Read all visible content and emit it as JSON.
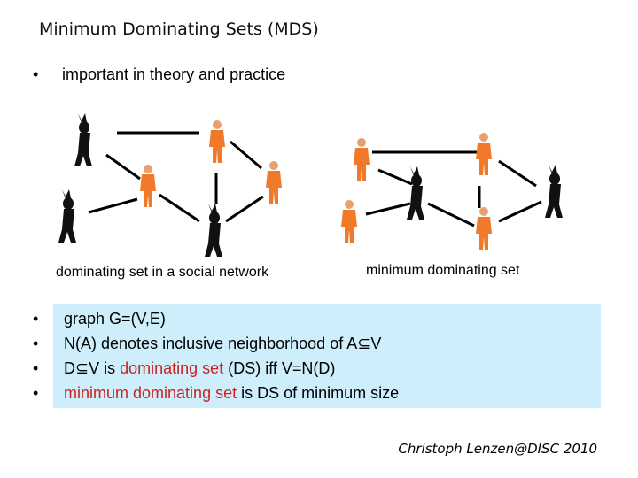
{
  "title": "Minimum Dominating Sets (MDS)",
  "intro_bullet": "important in theory and practice",
  "captions": {
    "left": "dominating set in a social network",
    "right": "minimum dominating set"
  },
  "bullets": [
    {
      "parts": [
        {
          "text": "graph G=(V,E)",
          "color": "black"
        }
      ]
    },
    {
      "parts": [
        {
          "text": "N(A) denotes inclusive neighborhood of A",
          "color": "black"
        },
        {
          "text": "⊆",
          "color": "black"
        },
        {
          "text": "V",
          "color": "black"
        }
      ]
    },
    {
      "parts": [
        {
          "text": "D",
          "color": "black"
        },
        {
          "text": "⊆",
          "color": "black"
        },
        {
          "text": "V is ",
          "color": "black"
        },
        {
          "text": "dominating set",
          "color": "red"
        },
        {
          "text": " (DS) iff V=N(D)",
          "color": "black"
        }
      ]
    },
    {
      "parts": [
        {
          "text": "minimum dominating set",
          "color": "red"
        },
        {
          "text": " is DS of minimum size",
          "color": "black"
        }
      ]
    }
  ],
  "footer": "Christoph Lenzen@DISC 2010",
  "colors": {
    "highlight_box": "#cdeefa",
    "emphasis": "#cc2222",
    "prisoner": "#f07a2a"
  }
}
